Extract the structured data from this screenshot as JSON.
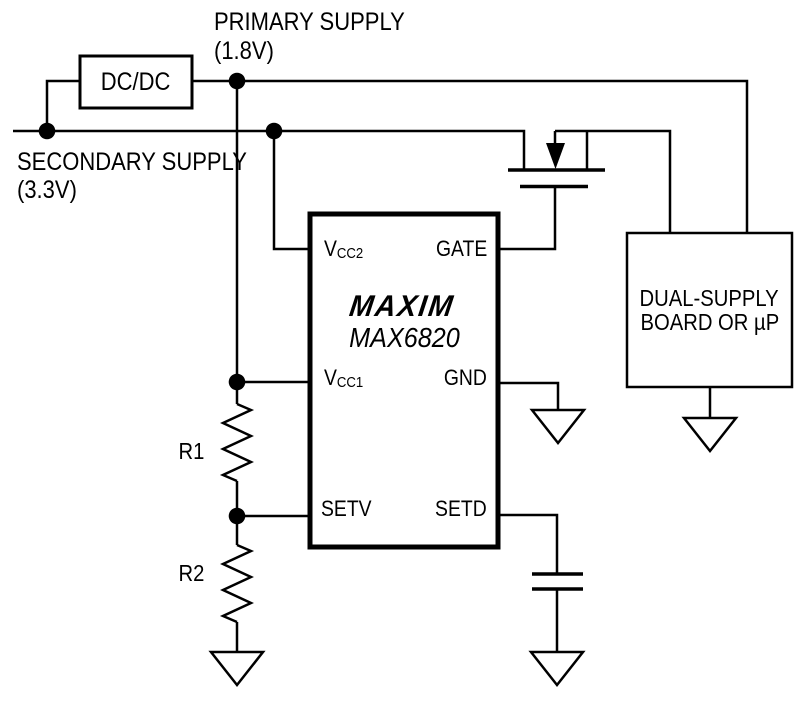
{
  "labels": {
    "primary_supply": "PRIMARY SUPPLY",
    "primary_voltage": "(1.8V)",
    "secondary_supply": "SECONDARY SUPPLY",
    "secondary_voltage": "(3.3V)"
  },
  "components": {
    "dcdc": {
      "label": "DC/DC"
    },
    "ic": {
      "brand": "MAXIM",
      "part": "MAX6820",
      "pins": {
        "vcc2": {
          "base": "V",
          "sub": "CC2"
        },
        "gate": "GATE",
        "vcc1": {
          "base": "V",
          "sub": "CC1"
        },
        "gnd": "GND",
        "setv": "SETV",
        "setd": "SETD"
      }
    },
    "r1": {
      "label": "R1"
    },
    "r2": {
      "label": "R2"
    },
    "board": {
      "line1": "DUAL-SUPPLY",
      "line2": "BOARD OR µP"
    },
    "mosfet": {
      "type": "p-channel-mosfet"
    },
    "capacitor": {
      "type": "capacitor"
    }
  },
  "colors": {
    "wire": "#000000",
    "background": "#ffffff"
  }
}
